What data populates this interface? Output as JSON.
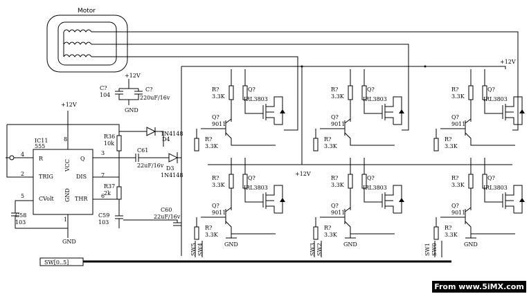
{
  "motor": {
    "title": "Motor"
  },
  "power": {
    "vcc_top_right": "+12V",
    "vcc_cap": "+12V",
    "vcc_555": "+12V",
    "vcc_mid": "+12V",
    "gnd": "GND"
  },
  "ic": {
    "ref": "IC11",
    "part": "555",
    "pins": {
      "r": "R",
      "trig": "TRIG",
      "cvolt": "CVolt",
      "gnd": "GND",
      "vcc": "VCC",
      "q": "Q",
      "dis": "DIS",
      "thr": "THR"
    },
    "pin_numbers": {
      "p4": "4",
      "p2": "2",
      "p5": "5",
      "p8": "8",
      "p1": "1",
      "p3": "3",
      "p7": "7",
      "p6": "6"
    }
  },
  "components": {
    "c_top_a": "C?",
    "c_top_a_val": "104",
    "c_top_b": "C?",
    "c_top_b_val": "220uF/16v",
    "r36": "R36",
    "r36_val": "10k",
    "r37": "R37",
    "r37_val": "2k",
    "c58": "C58",
    "c58_val": "103",
    "c59": "C59",
    "c59_val": "103",
    "c61": "C61",
    "c61_val": "22uF/16v",
    "c60": "C60",
    "c60_val": "22uF/16v",
    "d_upper": "1N4148",
    "d_upper_ref": "D4",
    "d_lower": "1N4148",
    "d_lower_ref": "D3"
  },
  "bridge": {
    "r_ref": "R?",
    "r_val": "3.3K",
    "q_ref": "Q?",
    "npn": "9011",
    "mos": "IRL3803"
  },
  "signals": {
    "sw1": "SW1",
    "sw0": "SW0",
    "sw3": "SW3",
    "sw2": "SW2",
    "sw5": "SW5",
    "sw4": "SW4",
    "bus": "SW[0..5]"
  },
  "watermark": "From www.5iMX.com"
}
